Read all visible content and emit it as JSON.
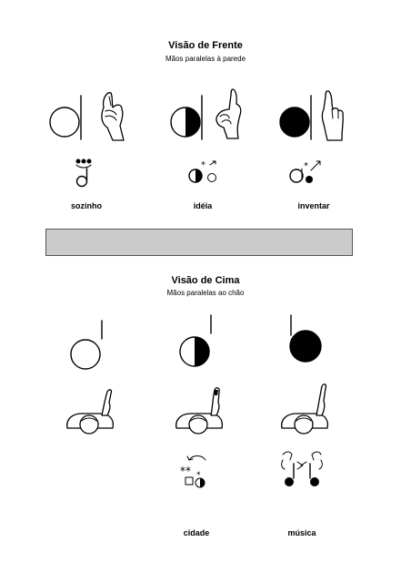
{
  "front_view": {
    "title": "Visão de Frente",
    "subtitle": "Mãos paralelas à parede",
    "signs": [
      {
        "label": "sozinho",
        "orientation": "empty"
      },
      {
        "label": "idéia",
        "orientation": "half"
      },
      {
        "label": "inventar",
        "orientation": "full"
      }
    ]
  },
  "top_view": {
    "title": "Visão de Cima",
    "subtitle": "Mãos paralelas ao chão",
    "signs": [
      {
        "label": "",
        "orientation": "empty"
      },
      {
        "label": "cidade",
        "orientation": "half"
      },
      {
        "label": "música",
        "orientation": "full"
      }
    ]
  },
  "colors": {
    "bar": "#cccccc",
    "ink": "#000000",
    "paper": "#ffffff"
  }
}
